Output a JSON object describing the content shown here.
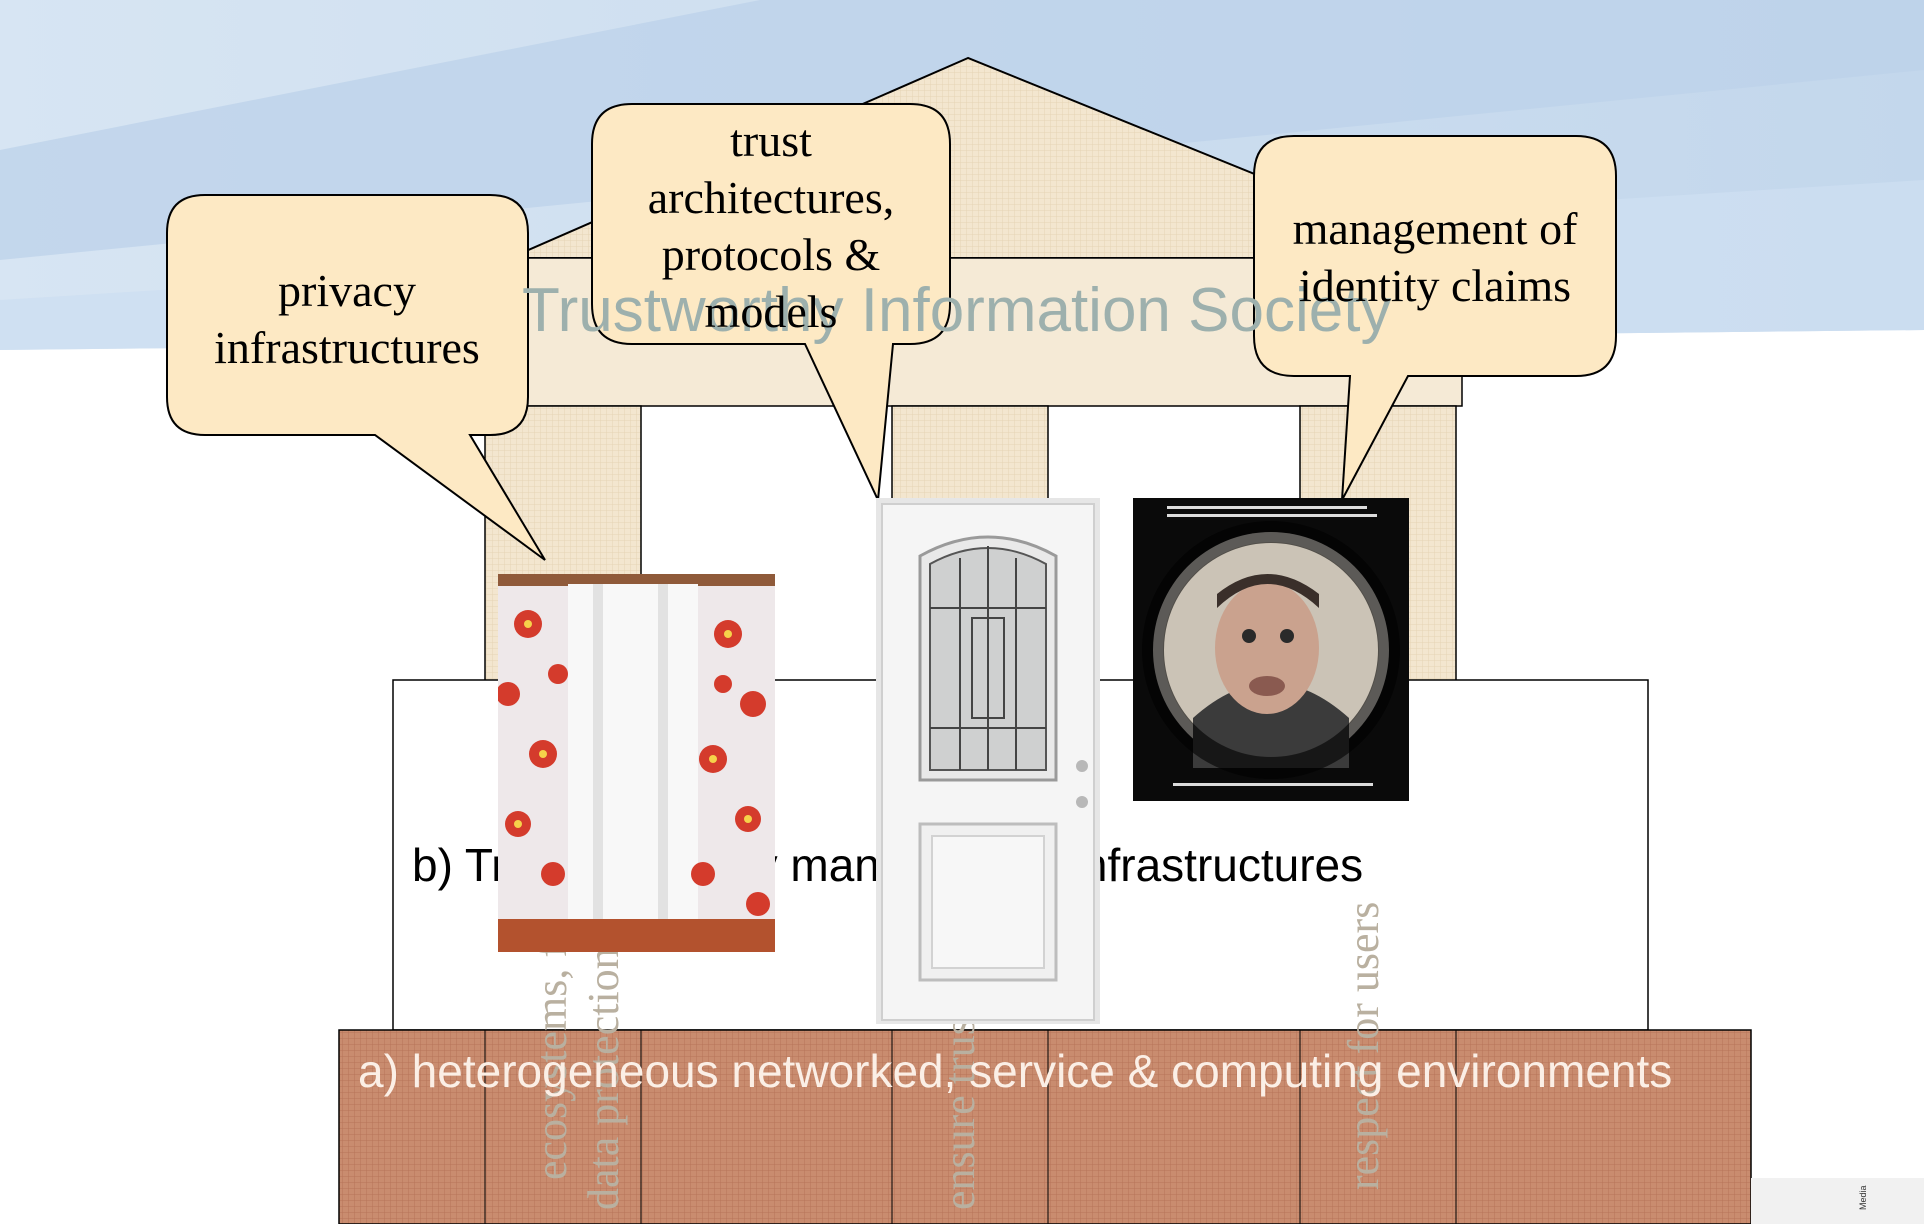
{
  "house": {
    "roof_title": "Trustworthy Information Society",
    "pillar_texts": [
      [
        "ecosystems, federation,",
        "data protection infrastructures"
      ],
      [
        "ensure trust in financial"
      ],
      [
        "respect for users"
      ]
    ],
    "layer_b_label": "b) Trusted identity management infrastructures",
    "layer_a_label": "a) heterogeneous networked, service & computing environments"
  },
  "bubbles": {
    "privacy": "privacy infrastructures",
    "trust": "trust architectures, protocols & models",
    "identity": "management of identity claims"
  },
  "photos": {
    "curtain": "curtain-photo",
    "door": "door-photo",
    "peephole": "peephole-photo"
  },
  "colors": {
    "sky": "#c5d9ee",
    "roof_fill": "#f5ead6",
    "bubble_fill": "#fde9c4",
    "foundation_fill": "#c98c6f",
    "foundation_text": "#fbefe6"
  },
  "footer": {
    "brand": "Media"
  }
}
